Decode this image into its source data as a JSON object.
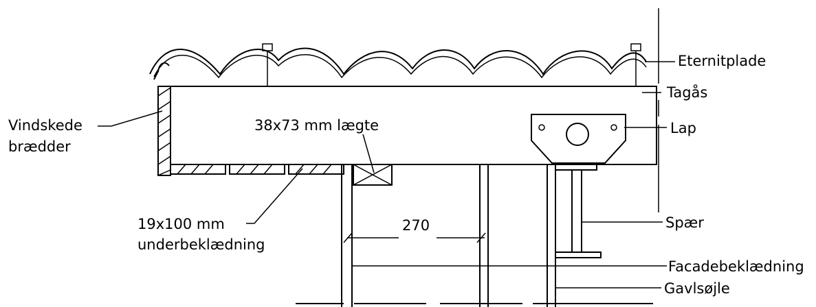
{
  "labels": {
    "eternitplade": "Eternitplade",
    "tagas": "Tagås",
    "lap": "Lap",
    "vindskede_line1": "Vindskede",
    "vindskede_line2": "brædder",
    "laegte": "38x73  mm  lægte",
    "underbekl_line1": "19x100  mm",
    "underbekl_line2": "underbeklædning",
    "dimension": "270",
    "sper": "Spær",
    "facadebekl": "Facadebeklædning",
    "gavlsojle": "Gavlsøjle"
  }
}
